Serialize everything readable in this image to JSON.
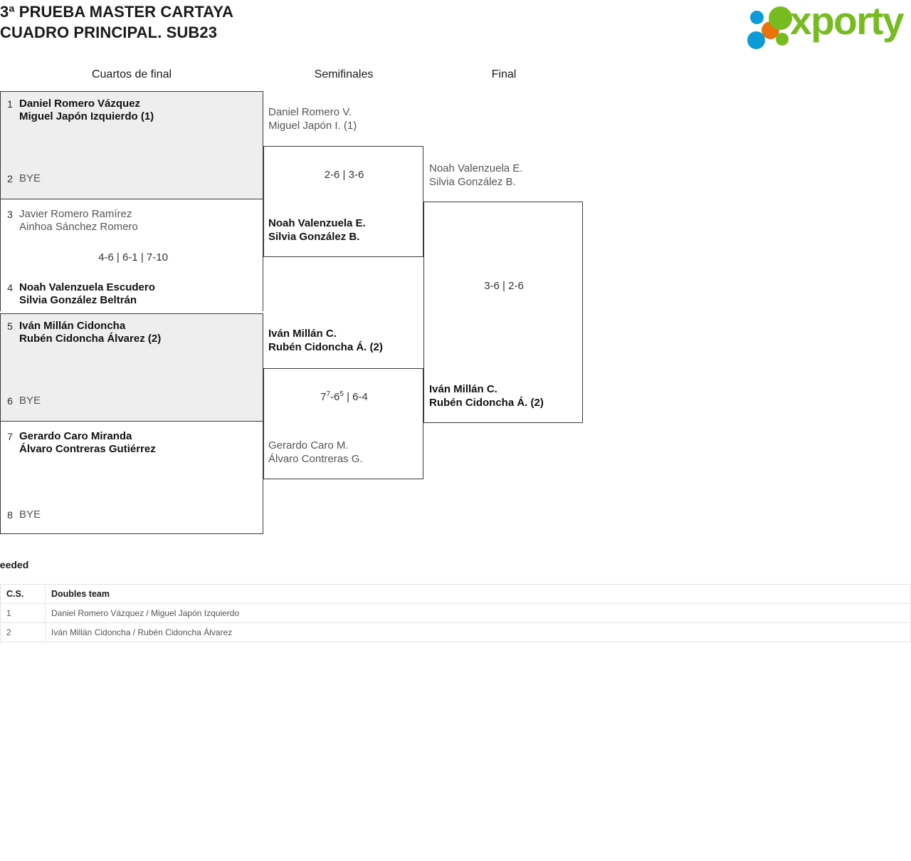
{
  "header": {
    "title_line1": "3ª PRUEBA MASTER CARTAYA",
    "title_line2": "CUADRO PRINCIPAL. SUB23",
    "logo": {
      "wordmark": "xporty",
      "green": "#76bc21",
      "blue": "#0b9bd8",
      "orange": "#e8720c"
    }
  },
  "rounds": [
    {
      "label": "Cuartos de final"
    },
    {
      "label": "Semifinales"
    },
    {
      "label": "Final"
    }
  ],
  "bracket": {
    "round1": [
      {
        "seed": "1",
        "line1": "Daniel Romero Vázquez",
        "line2": "Miguel Japón Izquierdo (1)",
        "winner": true,
        "shaded": true
      },
      {
        "seed": "2",
        "line1": "BYE",
        "line2": "",
        "winner": false,
        "shaded": true
      },
      {
        "seed": "3",
        "line1": "Javier Romero Ramírez",
        "line2": "Ainhoa Sánchez Romero",
        "winner": false,
        "shaded": false
      },
      {
        "seed": "4",
        "line1": "Noah Valenzuela Escudero",
        "line2": "Silvia González Beltrán",
        "winner": true,
        "shaded": false
      },
      {
        "seed": "5",
        "line1": "Iván Millán Cidoncha",
        "line2": "Rubén Cidoncha Álvarez (2)",
        "winner": true,
        "shaded": true
      },
      {
        "seed": "6",
        "line1": "BYE",
        "line2": "",
        "winner": false,
        "shaded": true
      },
      {
        "seed": "7",
        "line1": "Gerardo Caro Miranda",
        "line2": "Álvaro Contreras Gutiérrez",
        "winner": true,
        "shaded": false
      },
      {
        "seed": "8",
        "line1": "BYE",
        "line2": "",
        "winner": false,
        "shaded": false
      }
    ],
    "round1_scores": [
      {
        "text": ""
      },
      {
        "text": "4-6 | 6-1 | 7-10"
      },
      {
        "text": ""
      },
      {
        "text": ""
      }
    ],
    "round2": [
      {
        "line1": "Daniel Romero V.",
        "line2": "Miguel Japón I. (1)",
        "winner": false
      },
      {
        "line1": "Noah Valenzuela E.",
        "line2": "Silvia González B.",
        "winner": true
      },
      {
        "line1": "Iván Millán C.",
        "line2": "Rubén Cidoncha Á. (2)",
        "winner": true
      },
      {
        "line1": "Gerardo Caro M.",
        "line2": "Álvaro Contreras G.",
        "winner": false
      }
    ],
    "round2_scores": [
      {
        "text": "2-6 | 3-6",
        "set1_a": "",
        "set1_b": ""
      },
      {
        "text": "",
        "set1_a": "7",
        "set1_b": "6",
        "sup_a": "7",
        "sup_b": "5",
        "rest": " | 6-4"
      }
    ],
    "round3": [
      {
        "line1": "Noah Valenzuela E.",
        "line2": "Silvia González B.",
        "winner": false
      },
      {
        "line1": "Iván Millán C.",
        "line2": "Rubén Cidoncha Á. (2)",
        "winner": true
      }
    ],
    "round3_score": {
      "text": "3-6 | 2-6"
    }
  },
  "seeded": {
    "label": "seeded",
    "columns": [
      "C.S.",
      "Doubles team"
    ],
    "rows": [
      {
        "cs": "1",
        "team": "Daniel Romero Vázquez / Miguel Japón Izquierdo"
      },
      {
        "cs": "2",
        "team": "Iván Millán Cidoncha / Rubén Cidoncha Álvarez"
      }
    ]
  }
}
